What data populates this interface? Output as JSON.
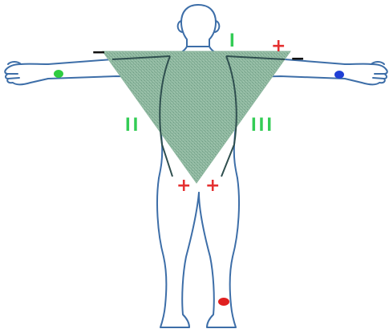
{
  "colors": {
    "outline": "#3d6ea8",
    "triangle_fill": "#8fb8a0",
    "triangle_edge": "#2f4f4f",
    "lead_label": "#33cc55",
    "positive": "#e53030",
    "negative": "#111111",
    "electrode_right_arm": "#2ecc40",
    "electrode_left_arm": "#1f3fd6",
    "electrode_left_leg": "#e02020"
  },
  "leads": {
    "lead_I": "I",
    "lead_II": "II",
    "lead_III": "III"
  },
  "polarity": {
    "lead_I_negative": "−",
    "lead_I_positive": "+",
    "lead_III_negative": "−",
    "lead_II_positive": "+",
    "lead_III_positive": "+"
  },
  "icons": {
    "figure": "human-body-outline-icon",
    "electrode": "electrode-dot-icon"
  }
}
